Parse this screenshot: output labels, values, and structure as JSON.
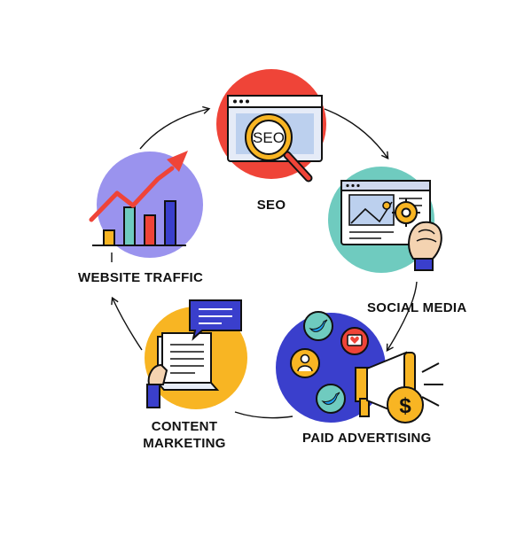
{
  "diagram": {
    "steps": [
      {
        "id": "seo",
        "label": "SEO",
        "badge": "SEO",
        "icon": "seo-magnifier-icon"
      },
      {
        "id": "social",
        "label": "SOCIAL MEDIA",
        "icon": "social-media-browser-icon"
      },
      {
        "id": "paid",
        "label": "PAID ADVERTISING",
        "icon": "megaphone-icon",
        "currency": "$"
      },
      {
        "id": "content",
        "label_line1": "CONTENT",
        "label_line2": "MARKETING",
        "icon": "content-document-icon"
      },
      {
        "id": "traffic",
        "label": "WEBSITE TRAFFIC",
        "icon": "growth-chart-icon"
      }
    ],
    "colors": {
      "seo_circle": "#ef4438",
      "social_circle": "#6fcbbf",
      "paid_circle": "#3a3fcc",
      "content_circle": "#f8b523",
      "traffic_circle": "#9a93ee",
      "outline": "#111111"
    }
  }
}
